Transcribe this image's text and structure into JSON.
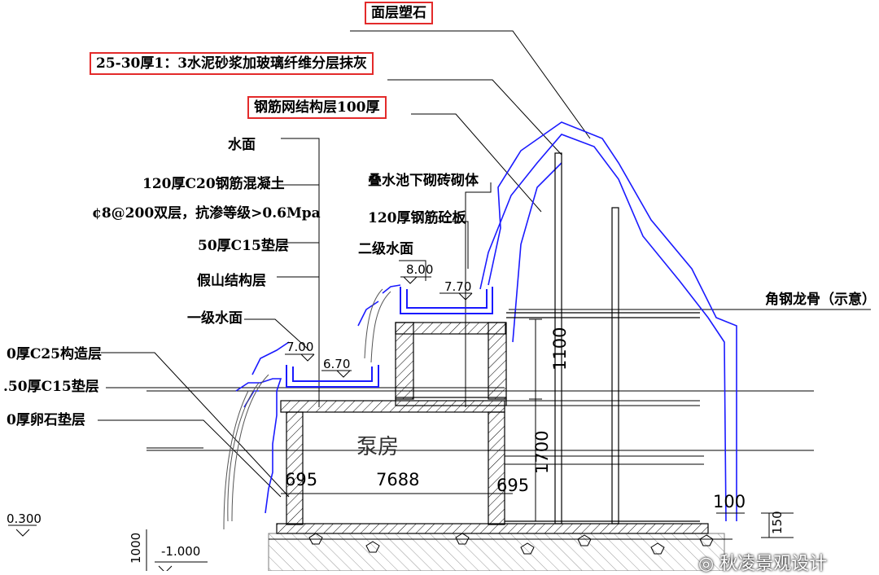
{
  "labels": {
    "surface_rock": "面层塑石",
    "plaster_layer": "25-30厚1：3水泥砂浆加玻璃纤维分层抹灰",
    "mesh_layer": "钢筋网结构层100厚",
    "water_surface": "水面",
    "concrete_120": "120厚C20钢筋混凝土",
    "rebar_spec": "¢8@200双层，抗渗等级>0.6Mpa",
    "cushion_50_c15": "50厚C15垫层",
    "rockery_structure": "假山结构层",
    "first_water": "一级水面",
    "stacked_pool_brick": "叠水池下砌砖砌体",
    "slab_120": "120厚钢筋砼板",
    "second_water": "二级水面",
    "steel_keel": "角钢龙骨（示意）",
    "c25_structure": "0厚C25构造层",
    "c15_cushion_150": ".50厚C15垫层",
    "pebble_layer": "0厚卵石垫层",
    "pump_room": "泵房"
  },
  "dimensions": {
    "elev_800": "8.00",
    "elev_770": "7.70",
    "elev_700": "7.00",
    "elev_670": "6.70",
    "width_695_left": "695",
    "width_7688": "7688",
    "width_695_right": "695",
    "height_1100": "1100",
    "height_1700": "1700",
    "dim_100": "100",
    "dim_150": "150",
    "elev_0300": "0.300",
    "elev_neg1000": "-1.000",
    "dim_1000": "1000"
  },
  "watermark": "秋凌景观设计",
  "highlight_color": "#e32a2a",
  "rock_outline_color": "#1a1aff"
}
